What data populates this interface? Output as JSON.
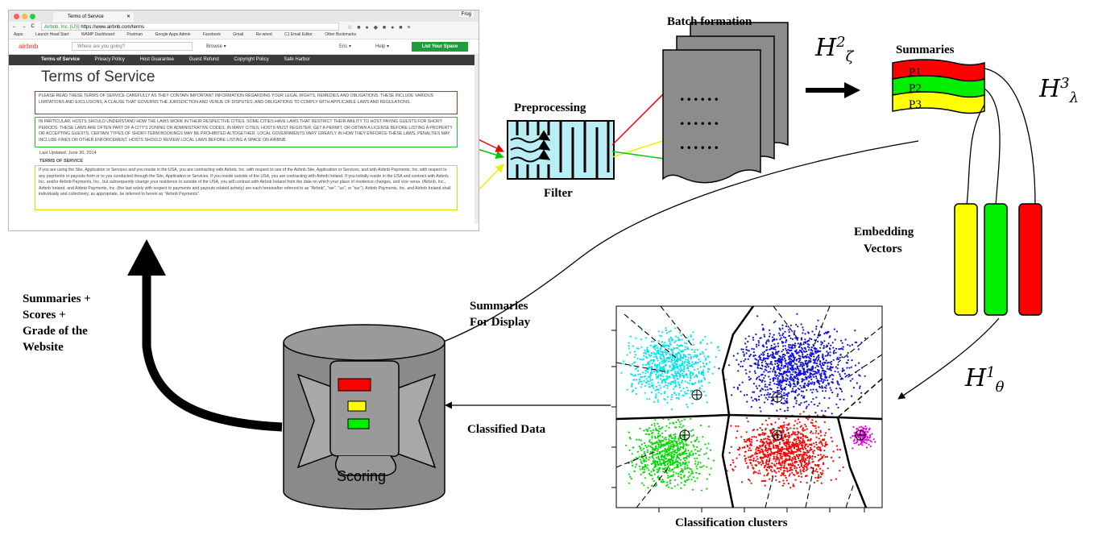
{
  "browser": {
    "tab_title": "Terms of Service",
    "profile": "Frog",
    "nav_buttons": "← → C",
    "url_secure": "Airbnb, Inc. [US]",
    "url": "https://www.airbnb.com/terms",
    "bookmarks": [
      "Apps",
      "Launch Head Start",
      "WAMP Dashboard",
      "Postman",
      "Google Apps Admin",
      "Facebook",
      "Gmail",
      "Re-wired",
      "C1 Email Editor",
      "Other Bookmarks"
    ],
    "site_logo": "airbnb",
    "search_placeholder": "Where are you going?",
    "browse": "Browse ▾",
    "user_name": "Eric ▾",
    "help": "Help ▾",
    "list_space": "List Your Space",
    "tos_nav": [
      "Terms of Service",
      "Privacy Policy",
      "Host Guarantee",
      "Guest Refund",
      "Copyright Policy",
      "Safe Harbor"
    ],
    "page_title": "Terms of Service",
    "para_red": "PLEASE READ THESE TERMS OF SERVICE CAREFULLY AS THEY CONTAIN IMPORTANT INFORMATION REGARDING YOUR LEGAL RIGHTS, REMEDIES AND OBLIGATIONS. THESE INCLUDE VARIOUS LIMITATIONS AND EXCLUSIONS, A CLAUSE THAT GOVERNS THE JURISDICTION AND VENUE OF DISPUTES, AND OBLIGATIONS TO COMPLY WITH APPLICABLE LAWS AND REGULATIONS.",
    "para_green": "IN PARTICULAR, HOSTS SHOULD UNDERSTAND HOW THE LAWS WORK IN THEIR RESPECTIVE CITIES. SOME CITIES HAVE LAWS THAT RESTRICT THEIR ABILITY TO HOST PAYING GUESTS FOR SHORT PERIODS. THESE LAWS ARE OFTEN PART OF A CITY'S ZONING OR ADMINISTRATIVE CODES. IN MANY CITIES, HOSTS MUST REGISTER, GET A PERMIT, OR OBTAIN A LICENSE BEFORE LISTING A PROPERTY OR ACCEPTING GUESTS. CERTAIN TYPES OF SHORT-TERM BOOKINGS MAY BE PROHIBITED ALTOGETHER. LOCAL GOVERNMENTS VARY GREATLY IN HOW THEY ENFORCE THESE LAWS. PENALTIES MAY INCLUDE FINES OR OTHER ENFORCEMENT. HOSTS SHOULD REVIEW LOCAL LAWS BEFORE LISTING A SPACE ON AIRBNB.",
    "last_updated": "Last Updated: June 30, 2014",
    "section_heading": "TERMS OF SERVICE",
    "para_yellow": "If you are using the Site, Application or Services and you reside in the USA, you are contracting with Airbnb, Inc. with respect to use of the Airbnb Site, Application or Services, and with Airbnb Payments, Inc. with respect to any payments or payouts from or to you conducted through the Site, Application or Services. If you reside outside of the USA, you are contracting with Airbnb Ireland. If you initially reside in the USA and contract with Airbnb, Inc. and/or Airbnb Payments, Inc., but subsequently change your residence to outside of the USA, you will contract with Airbnb Ireland from the date on which your place of residence changes, and vice versa. (Airbnb, Inc., Airbnb Ireland, and Airbnb Payments, Inc. (the last solely with respect to payments and payouts related activity) are each hereinafter referred to as \"Airbnb\", \"we\", \"us\", or \"our\"). Airbnb Payments, Inc. and Airbnb Ireland shall individually and collectively, as appropriate, be referred to herein as \"Airbnb Payments\"."
  },
  "labels": {
    "preprocessing": "Preprocessing",
    "filter": "Filter",
    "batch_formation": "Batch formation",
    "summaries": "Summaries",
    "embedding_vectors_1": "Embedding",
    "embedding_vectors_2": "Vectors",
    "summaries_for_display_1": "Summaries",
    "summaries_for_display_2": "For Display",
    "classified_data": "Classified Data",
    "classification_clusters": "Classification clusters",
    "output_1": "Summaries +",
    "output_2": "Scores +",
    "output_3": "Grade of the",
    "output_4": "Website",
    "scoring": "Scoring",
    "doc_dots": "......"
  },
  "summary_tabs": [
    {
      "label": "P1",
      "color": "#ff0000"
    },
    {
      "label": "P2",
      "color": "#00ee00"
    },
    {
      "label": "P3",
      "color": "#ffff00"
    }
  ],
  "math": {
    "h_batch": {
      "base": "H",
      "sub": "ζ",
      "sup": "2"
    },
    "h_summ": {
      "base": "H",
      "sub": "λ",
      "sup": "3"
    },
    "h_class": {
      "base": "H",
      "sub": "θ",
      "sup": "1"
    }
  },
  "colors": {
    "red": "#ff0000",
    "green": "#00dd00",
    "yellow": "#ffff00",
    "cyan": "#00e5ee",
    "blue": "#1010e0",
    "magenta": "#ee00ee",
    "filter_fill": "#b8eef4",
    "doc_fill": "#8c8c8c",
    "cylinder": "#8a8a8a"
  }
}
